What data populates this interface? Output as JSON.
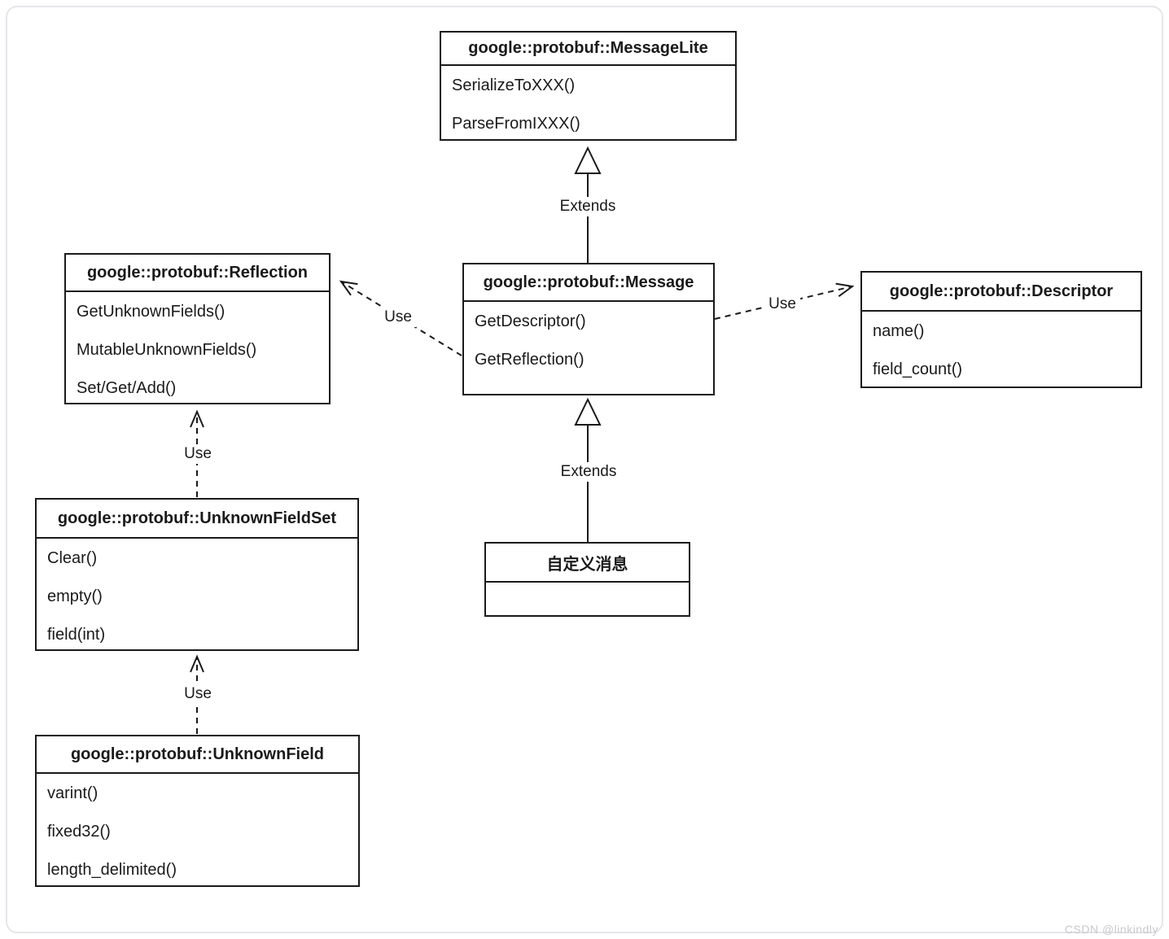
{
  "diagram": {
    "classes": {
      "message_lite": {
        "title": "google::protobuf::MessageLite",
        "methods": [
          "SerializeToXXX()",
          "ParseFromIXXX()"
        ]
      },
      "message": {
        "title": "google::protobuf::Message",
        "methods": [
          "GetDescriptor()",
          "GetReflection()"
        ]
      },
      "reflection": {
        "title": "google::protobuf::Reflection",
        "methods": [
          "GetUnknownFields()",
          "MutableUnknownFields()",
          "Set/Get/Add()"
        ]
      },
      "descriptor": {
        "title": "google::protobuf::Descriptor",
        "methods": [
          "name()",
          "field_count()"
        ]
      },
      "unknown_field_set": {
        "title": "google::protobuf::UnknownFieldSet",
        "methods": [
          "Clear()",
          "empty()",
          "field(int)"
        ]
      },
      "unknown_field": {
        "title": "google::protobuf::UnknownField",
        "methods": [
          "varint()",
          "fixed32()",
          "length_delimited()"
        ]
      },
      "custom_message": {
        "title": "自定义消息",
        "methods": []
      }
    },
    "edges": [
      {
        "from": "google::protobuf::Message",
        "to": "google::protobuf::MessageLite",
        "type": "extends",
        "label": "Extends"
      },
      {
        "from": "自定义消息",
        "to": "google::protobuf::Message",
        "type": "extends",
        "label": "Extends"
      },
      {
        "from": "google::protobuf::Message",
        "to": "google::protobuf::Reflection",
        "type": "use",
        "label": "Use"
      },
      {
        "from": "google::protobuf::Message",
        "to": "google::protobuf::Descriptor",
        "type": "use",
        "label": "Use"
      },
      {
        "from": "google::protobuf::UnknownFieldSet",
        "to": "google::protobuf::Reflection",
        "type": "use",
        "label": "Use"
      },
      {
        "from": "google::protobuf::UnknownField",
        "to": "google::protobuf::UnknownFieldSet",
        "type": "use",
        "label": "Use"
      }
    ],
    "watermark": "CSDN @linkindly",
    "colors": {
      "line": "#1a1a1a",
      "background": "#ffffff",
      "frame_border": "#e5e5ea",
      "watermark": "#c9c9cc"
    }
  }
}
